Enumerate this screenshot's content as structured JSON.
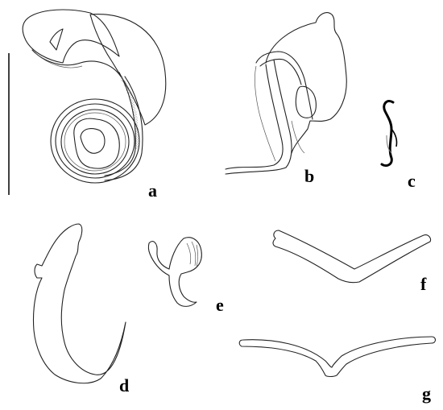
{
  "figure": {
    "panels": [
      {
        "id": "a",
        "label": "a"
      },
      {
        "id": "b",
        "label": "b"
      },
      {
        "id": "c",
        "label": "c"
      },
      {
        "id": "d",
        "label": "d"
      },
      {
        "id": "e",
        "label": "e"
      },
      {
        "id": "f",
        "label": "f"
      },
      {
        "id": "g",
        "label": "g"
      }
    ],
    "line_color": "#222222",
    "background": "#ffffff"
  }
}
